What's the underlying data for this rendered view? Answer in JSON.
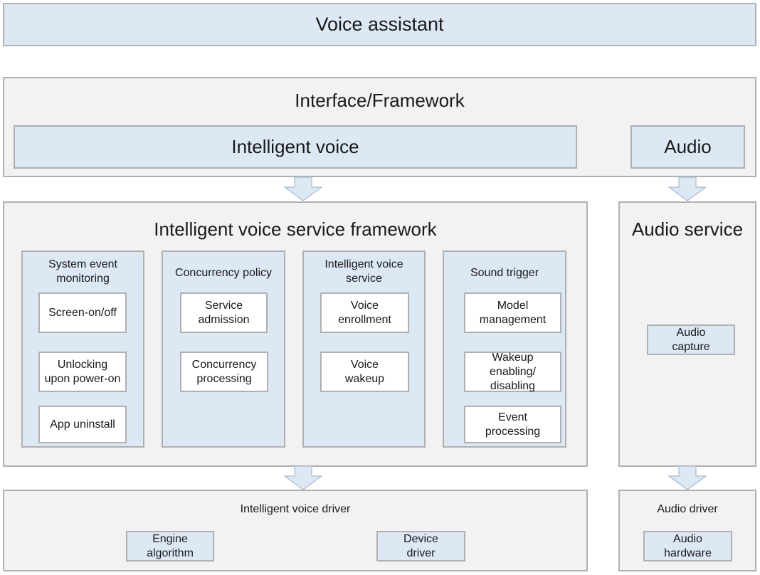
{
  "voice_assistant": "Voice assistant",
  "interface_framework": {
    "title": "Interface/Framework",
    "intelligent_voice": "Intelligent voice",
    "audio": "Audio"
  },
  "service_framework": {
    "title": "Intelligent voice service framework",
    "system_event": {
      "title": "System event monitoring",
      "items": [
        "Screen-on/off",
        "Unlocking upon power-on",
        "App uninstall"
      ]
    },
    "concurrency_policy": {
      "title": "Concurrency policy",
      "items": [
        "Service admission",
        "Concurrency processing"
      ]
    },
    "intelligent_voice_service": {
      "title": "Intelligent voice service",
      "items": [
        "Voice enrollment",
        "Voice wakeup"
      ]
    },
    "sound_trigger": {
      "title": "Sound trigger",
      "items": [
        "Model management",
        "Wakeup enabling/ disabling",
        "Event processing"
      ]
    }
  },
  "audio_service": {
    "title": "Audio service",
    "capture": "Audio capture"
  },
  "driver": {
    "title": "Intelligent voice driver",
    "engine": "Engine algorithm",
    "device": "Device driver"
  },
  "audio_driver": {
    "title": "Audio driver",
    "hardware": "Audio hardware"
  },
  "colors": {
    "light_blue": "#dde8f5",
    "light_gray": "#f2f2f2",
    "border": "#b0b0b0"
  }
}
